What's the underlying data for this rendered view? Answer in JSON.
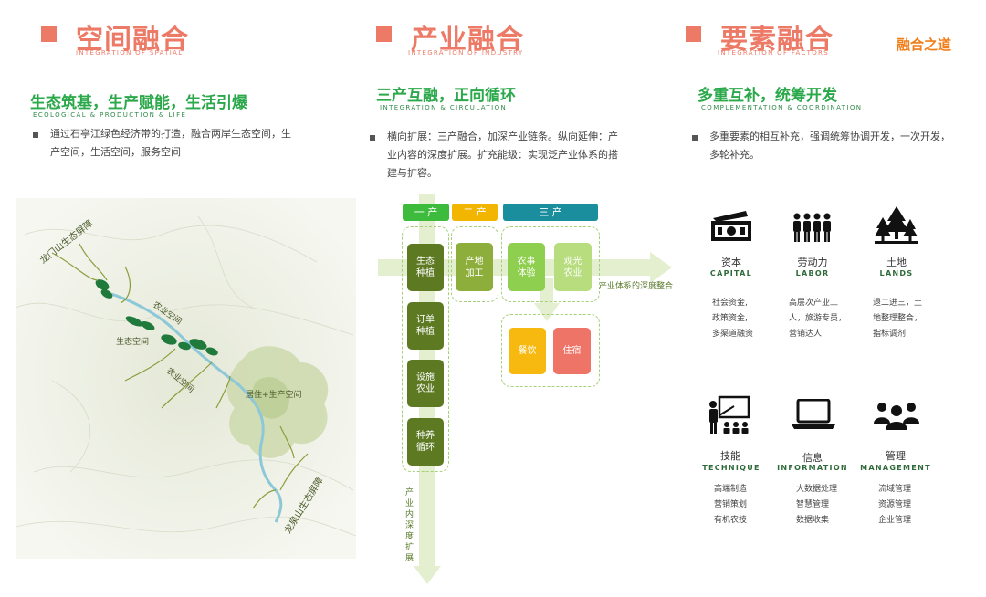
{
  "col1": {
    "title": "空间融合",
    "subtitle": "Integration of Spatial",
    "green_title": "生态筑基，生产赋能，生活引爆",
    "green_sub": "Ecological & Production & life",
    "text_line1": "通过石亭江绿色经济带的打造，融合两岸生态空间，生",
    "text_line2": "产空间，生活空间，服务空间",
    "map_labels": {
      "top_barrier": "龙门山生态屏障",
      "farm1": "农业空间",
      "eco": "生态空间",
      "farm2": "农业空间",
      "live": "居住+生产空间",
      "bottom_barrier": "龙泉山生态屏障"
    }
  },
  "col2": {
    "title": "产业融合",
    "subtitle": "Integration of Industry",
    "green_title": "三产互融，正向循环",
    "green_sub": "Integration & Circulation",
    "text_line1": "横向扩展：三产融合，加深产业链条。纵向延伸：产",
    "text_line2": "业内容的深度扩展。扩充能级：实现泛产业体系的搭",
    "text_line3": "建与扩容。",
    "tags": {
      "first": "一 产",
      "second": "二 产",
      "third": "三 产"
    },
    "first_boxes": [
      "生态种植",
      "订单种植",
      "设施农业",
      "种养循环"
    ],
    "second_box": "产地加工",
    "third_boxes": [
      "农事体验",
      "观光农业"
    ],
    "lower_boxes": [
      "餐饮",
      "住宿"
    ],
    "horizontal_label": "产业体系的深度整合",
    "vertical_label": "产业内深度扩展"
  },
  "col3": {
    "title": "要素融合",
    "subtitle": "Integration of Factors",
    "side_label": "融合之道",
    "green_title": "多重互补，统筹开发",
    "green_sub": "Complementation & Coordination",
    "text_line1": "多重要素的相互补充，强调统筹协调开发，一次开发，",
    "text_line2": "多轮补充。",
    "factors": [
      {
        "icon": "money-icon",
        "name": "资本",
        "en": "Capital",
        "items": [
          "社会资金,",
          "政策资金,",
          "多渠道融资"
        ]
      },
      {
        "icon": "people-icon",
        "name": "劳动力",
        "en": "Labor",
        "items": [
          "高层次产业工",
          "人，旅游专员，",
          "营销达人"
        ]
      },
      {
        "icon": "trees-icon",
        "name": "土地",
        "en": "Lands",
        "items": [
          "退二进三，土",
          "地整理整合，",
          "指标调剂"
        ]
      },
      {
        "icon": "teacher-icon",
        "name": "技能",
        "en": "Technique",
        "items": [
          "高端制造",
          "营销策划",
          "有机农技"
        ]
      },
      {
        "icon": "laptop-icon",
        "name": "信息",
        "en": "Information",
        "items": [
          "大数据处理",
          "智慧管理",
          "数据收集"
        ]
      },
      {
        "icon": "team-icon",
        "name": "管理",
        "en": "Management",
        "items": [
          "流域管理",
          "资源管理",
          "企业管理"
        ]
      }
    ]
  },
  "colors": {
    "coral": "#ec7a66",
    "green_title": "#2aa84a",
    "tag_first": "#3dbb3d",
    "tag_second": "#f2b500",
    "tag_third": "#1a8e9c",
    "box_dark": "#5d7a23",
    "box_mid": "#8dae3a",
    "box_light": "#8fcf4f",
    "box_pale": "#b7dd7e",
    "box_yellow": "#f7b90f",
    "box_red": "#ef7468",
    "orange": "#f07e1a"
  }
}
